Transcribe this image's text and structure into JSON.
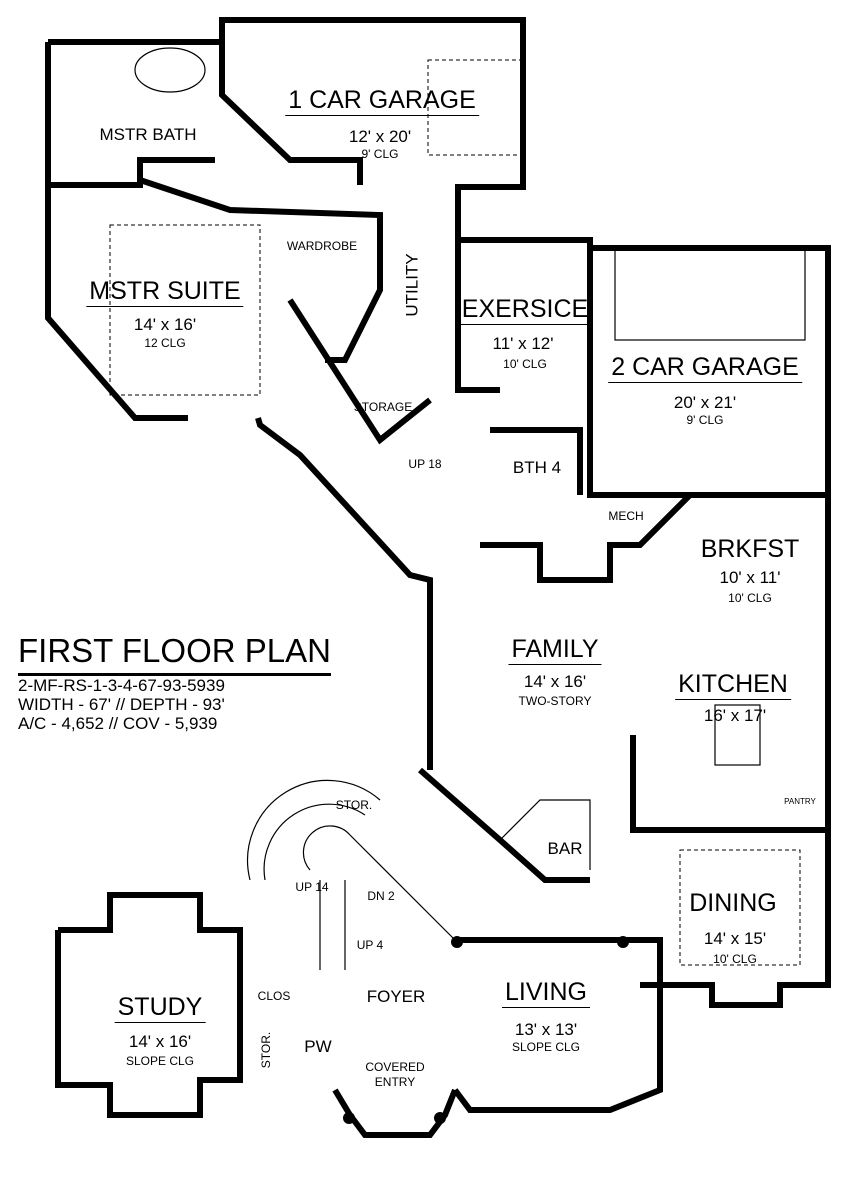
{
  "title_block": {
    "title": "FIRST FLOOR PLAN",
    "plan_number": "2-MF-RS-1-3-4-67-93-5939",
    "dimensions": "WIDTH - 67' // DEPTH - 93'",
    "area": "A/C - 4,652 // COV - 5,939"
  },
  "rooms": {
    "garage1": {
      "name": "1 CAR GARAGE",
      "size": "12' x 20'",
      "ceiling": "9' CLG"
    },
    "mstr_bath": {
      "name": "MSTR BATH"
    },
    "wardrobe": {
      "name": "WARDROBE"
    },
    "utility": {
      "name": "UTILITY"
    },
    "exercise": {
      "name": "EXERSICE",
      "size": "11' x 12'",
      "ceiling": "10' CLG"
    },
    "garage2": {
      "name": "2 CAR GARAGE",
      "size": "20' x 21'",
      "ceiling": "9' CLG"
    },
    "mstr_suite": {
      "name": "MSTR SUITE",
      "size": "14' x 16'",
      "ceiling": "12 CLG"
    },
    "storage": {
      "name": "STORAGE"
    },
    "bth4": {
      "name": "BTH 4"
    },
    "mech": {
      "name": "MECH"
    },
    "brkfst": {
      "name": "BRKFST",
      "size": "10' x 11'",
      "ceiling": "10' CLG"
    },
    "family": {
      "name": "FAMILY",
      "size": "14' x 16'",
      "ceiling": "TWO-STORY"
    },
    "kitchen": {
      "name": "KITCHEN",
      "size": "16' x 17'"
    },
    "pantry": {
      "name": "PANTRY"
    },
    "bar": {
      "name": "BAR"
    },
    "stor_stair": {
      "name": "STOR."
    },
    "dining": {
      "name": "DINING",
      "size": "14' x 15'",
      "ceiling": "10' CLG"
    },
    "study": {
      "name": "STUDY",
      "size": "14' x 16'",
      "ceiling": "SLOPE CLG"
    },
    "clos": {
      "name": "CLOS"
    },
    "stor_pw": {
      "name": "STOR."
    },
    "pw": {
      "name": "PW"
    },
    "foyer": {
      "name": "FOYER"
    },
    "living": {
      "name": "LIVING",
      "size": "13' x 13'",
      "ceiling": "SLOPE CLG"
    },
    "covered_entry": {
      "name": "COVERED",
      "name2": "ENTRY"
    }
  },
  "stairs": {
    "up18": "UP 18",
    "up14": "UP 14",
    "dn2": "DN 2",
    "up4": "UP 4"
  }
}
